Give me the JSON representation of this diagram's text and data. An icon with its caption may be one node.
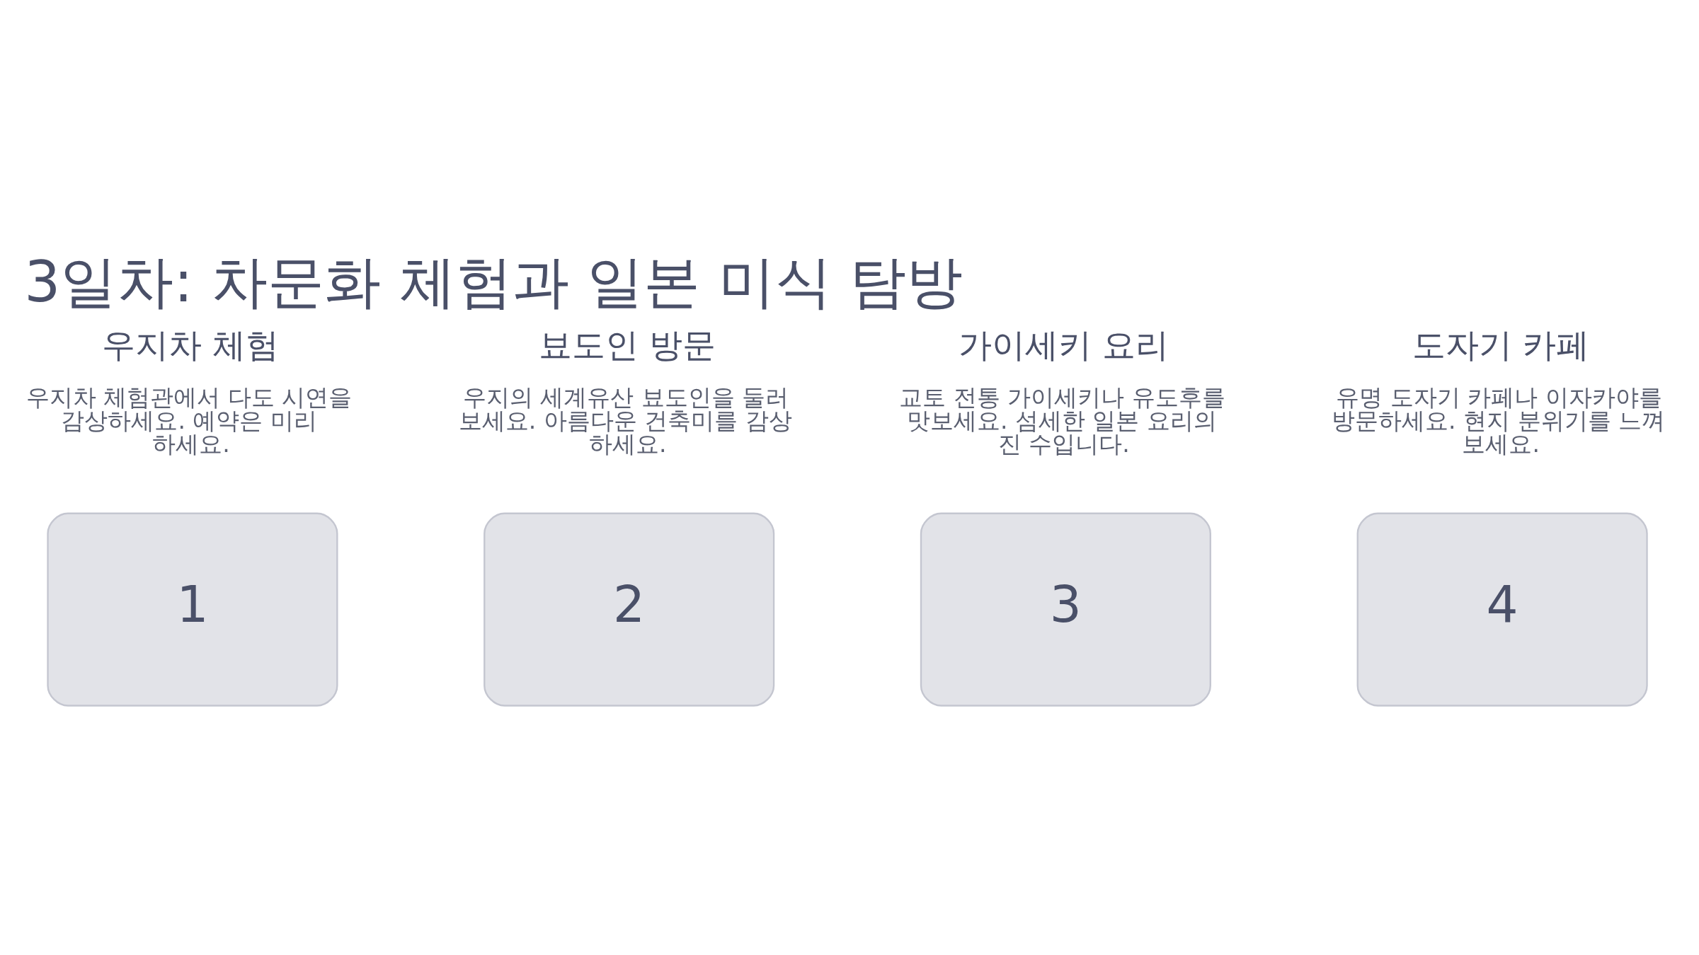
{
  "diagram": {
    "title": "3일차: 차문화 체험과 일본 미식 탐방",
    "nodes": [
      {
        "text": [
          "1"
        ],
        "beside": [
          "우지차 체험",
          "우지차 체험관에서 다도 시연을 감상하세요. 예약은 미리 하세요."
        ]
      },
      {
        "text": [
          "2"
        ],
        "beside": [
          "뵤도인 방문",
          "우지의 세계유산 뵤도인을 둘러 보세요. 아름다운 건축미를 감상 하세요."
        ]
      },
      {
        "text": [
          "3"
        ],
        "beside": [
          "가이세키 요리",
          "교토 전통 가이세키나 유도후를 맛보세요. 섬세한 일본 요리의 진 수입니다."
        ]
      },
      {
        "text": [
          "4"
        ],
        "beside": [
          "도자기 카페",
          "유명 도자기 카페나 이자카야를 방문하세요. 현지 분위기를 느껴 보세요."
        ]
      }
    ],
    "edges": []
  }
}
